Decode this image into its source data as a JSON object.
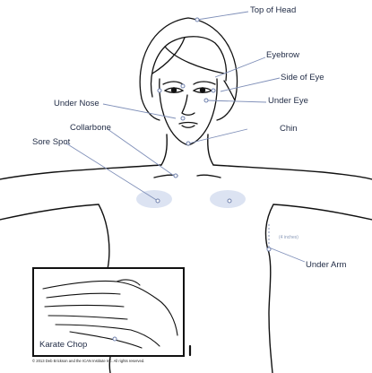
{
  "labels": {
    "top_of_head": "Top of Head",
    "eyebrow": "Eyebrow",
    "side_of_eye": "Side of Eye",
    "under_eye": "Under Eye",
    "under_nose": "Under Nose",
    "chin": "Chin",
    "collarbone": "Collarbone",
    "sore_spot": "Sore Spot",
    "under_arm": "Under Arm",
    "karate_chop": "Karate Chop"
  },
  "under_arm_measure": "(4 inches)",
  "copyright": "© 2013 Deb Erickson and the ICAN Institute Inc. All rights reserved.",
  "colors": {
    "line": "#111111",
    "leader": "#7f8fb8",
    "point": "#6f80ad",
    "sore_patch": "#dce3f2"
  }
}
